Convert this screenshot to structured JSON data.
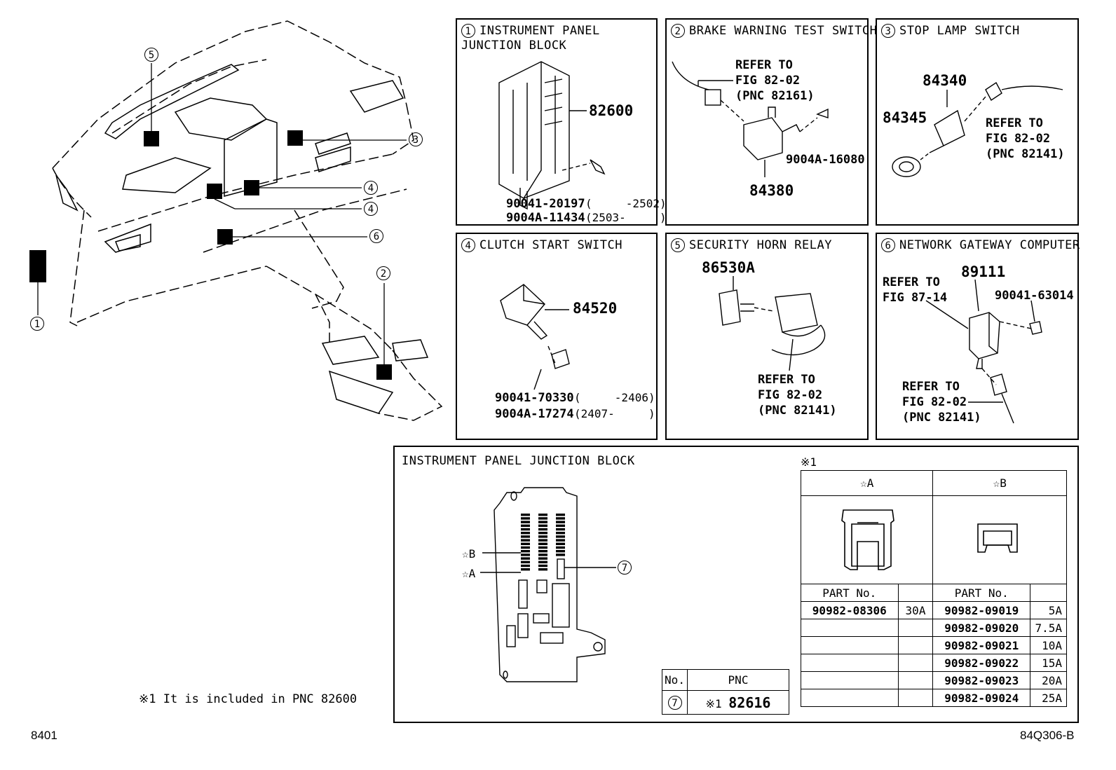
{
  "callouts": [
    "1",
    "2",
    "3",
    "4",
    "4",
    "5",
    "6"
  ],
  "panels": [
    {
      "num": "1",
      "title": "INSTRUMENT PANEL\nJUNCTION BLOCK",
      "parts": [
        "82600"
      ],
      "screw_parts": [
        {
          "pn": "90041-20197",
          "range": "(     -2502)"
        },
        {
          "pn": "9004A-11434",
          "range": "(2503-     )"
        }
      ]
    },
    {
      "num": "2",
      "title": "BRAKE WARNING TEST SWITCH",
      "parts": [
        "84380",
        "9004A-16080"
      ],
      "refer": "REFER TO\nFIG 82-02\n(PNC 82161)"
    },
    {
      "num": "3",
      "title": "STOP LAMP SWITCH",
      "parts": [
        "84340",
        "84345"
      ],
      "refer": "REFER TO\nFIG 82-02\n(PNC 82141)"
    },
    {
      "num": "4",
      "title": "CLUTCH START SWITCH",
      "parts": [
        "84520"
      ],
      "screw_parts": [
        {
          "pn": "90041-70330",
          "range": "(     -2406)"
        },
        {
          "pn": "9004A-17274",
          "range": "(2407-     )"
        }
      ]
    },
    {
      "num": "5",
      "title": "SECURITY HORN RELAY",
      "parts": [
        "86530A"
      ],
      "refer": "REFER TO\nFIG 82-02\n(PNC 82141)"
    },
    {
      "num": "6",
      "title": "NETWORK GATEWAY COMPUTER",
      "parts": [
        "89111",
        "90041-63014"
      ],
      "refer_top": "REFER TO\nFIG 87-14",
      "refer": "REFER TO\nFIG 82-02\n(PNC 82141)"
    }
  ],
  "jb_panel": {
    "title": "INSTRUMENT PANEL JUNCTION BLOCK",
    "label_b": "☆B",
    "label_a": "☆A",
    "callout": "7",
    "note_mark": "※1",
    "pnc_table": {
      "h_no": "No.",
      "h_pnc": "PNC",
      "row_no": "7",
      "row_mark": "※1",
      "row_pnc": "82616"
    },
    "fuse_table": {
      "head_a": "☆A",
      "head_b": "☆B",
      "h_part_a": "PART No.",
      "h_part_b": "PART No.",
      "rows": [
        {
          "a_pn": "90982-08306",
          "a_amp": "30A",
          "b_pn": "90982-09019",
          "b_amp": "5A"
        },
        {
          "a_pn": "",
          "a_amp": "",
          "b_pn": "90982-09020",
          "b_amp": "7.5A"
        },
        {
          "a_pn": "",
          "a_amp": "",
          "b_pn": "90982-09021",
          "b_amp": "10A"
        },
        {
          "a_pn": "",
          "a_amp": "",
          "b_pn": "90982-09022",
          "b_amp": "15A"
        },
        {
          "a_pn": "",
          "a_amp": "",
          "b_pn": "90982-09023",
          "b_amp": "20A"
        },
        {
          "a_pn": "",
          "a_amp": "",
          "b_pn": "90982-09024",
          "b_amp": "25A"
        }
      ]
    }
  },
  "footnote": "※1 It is included in PNC 82600",
  "footer_left": "8401",
  "footer_right": "84Q306-B"
}
